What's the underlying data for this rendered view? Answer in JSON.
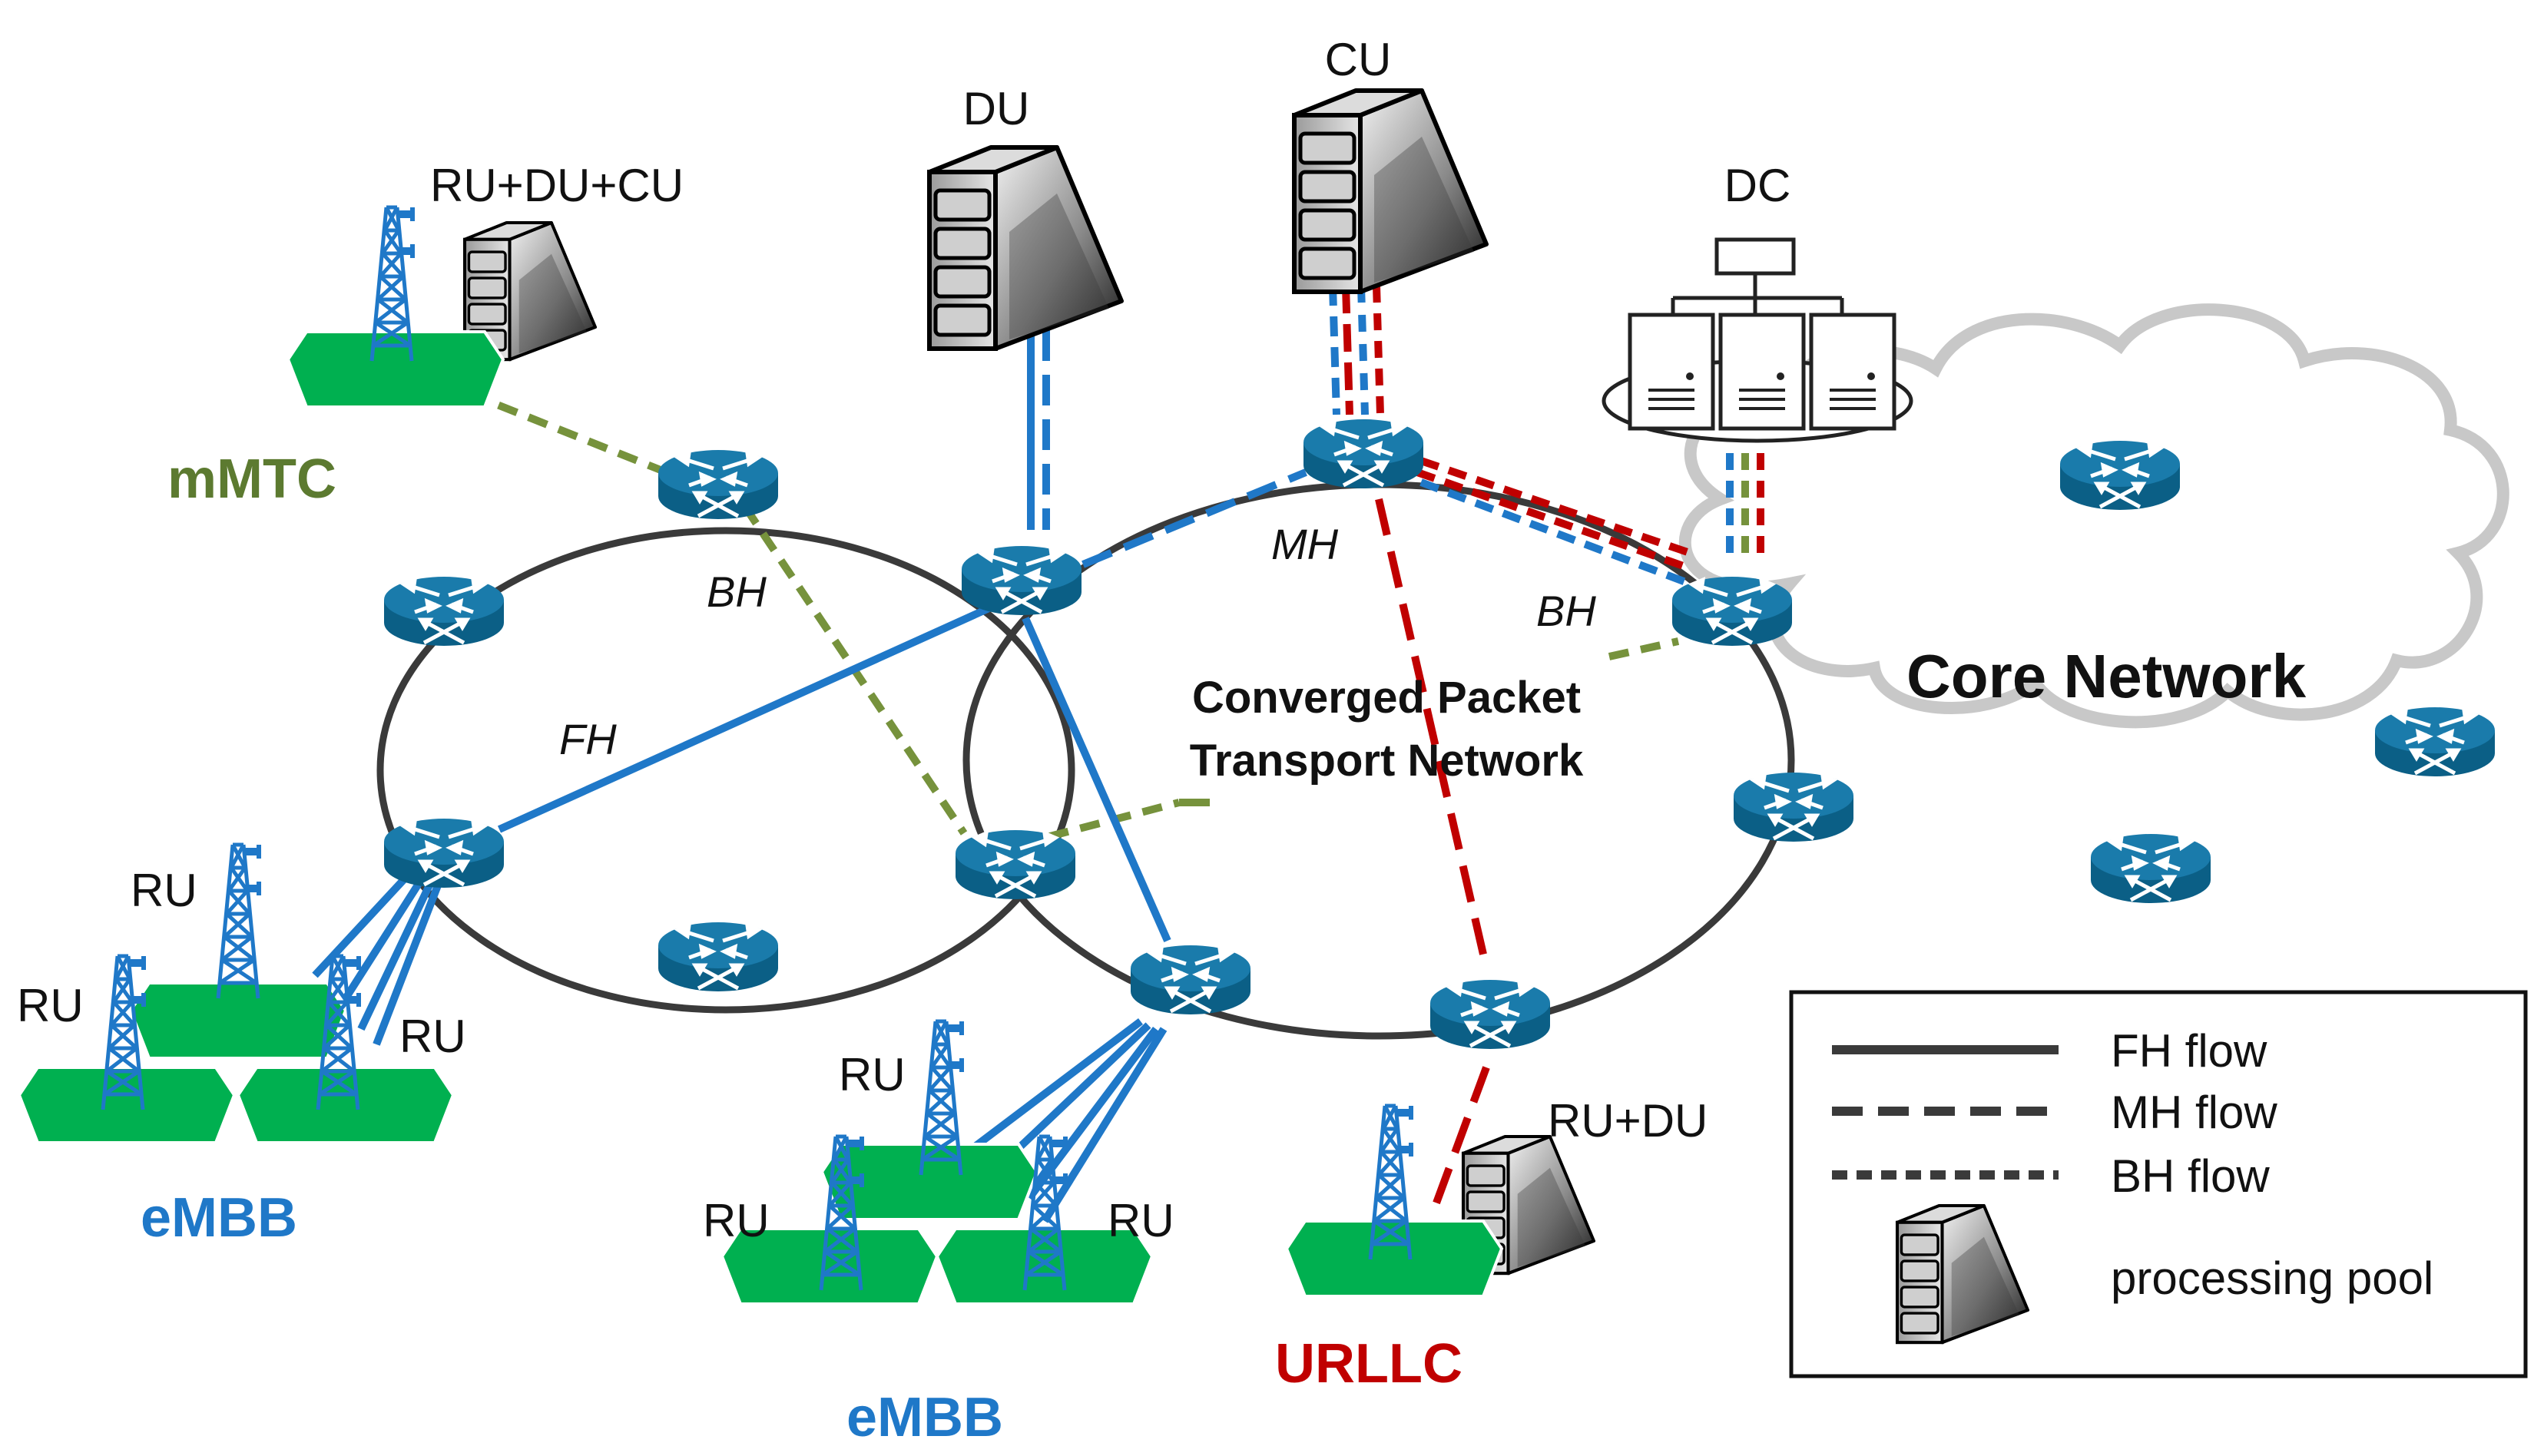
{
  "labels": {
    "cu": "CU",
    "du": "DU",
    "dc": "DC",
    "ru_du_cu": "RU+DU+CU",
    "ru_du": "RU+DU",
    "ru": "RU",
    "mh": "MH",
    "bh": "BH",
    "fh": "FH",
    "transport_line1": "Converged Packet",
    "transport_line2": "Transport Network",
    "core_network": "Core Network"
  },
  "slices": {
    "mmtc": "mMTC",
    "embb": "eMBB",
    "urllc": "URLLC"
  },
  "legend": {
    "fh_flow": "FH flow",
    "mh_flow": "MH flow",
    "bh_flow": "BH flow",
    "processing_pool": "processing pool"
  },
  "colors": {
    "fh": "#1f78c8",
    "mh_urllc": "#c00000",
    "bh_mmtc": "#76923c",
    "router": "#0e6a93",
    "cell": "#00b050",
    "ring": "#3a3a3a",
    "cloud": "#c8c8c8",
    "embb_text": "#1f78c8",
    "mmtc_text": "#5c7a30",
    "urllc_text": "#c00000"
  },
  "icons": [
    "router-icon",
    "server-icon",
    "cell-tower-icon",
    "data-center-icon",
    "cloud-icon"
  ]
}
